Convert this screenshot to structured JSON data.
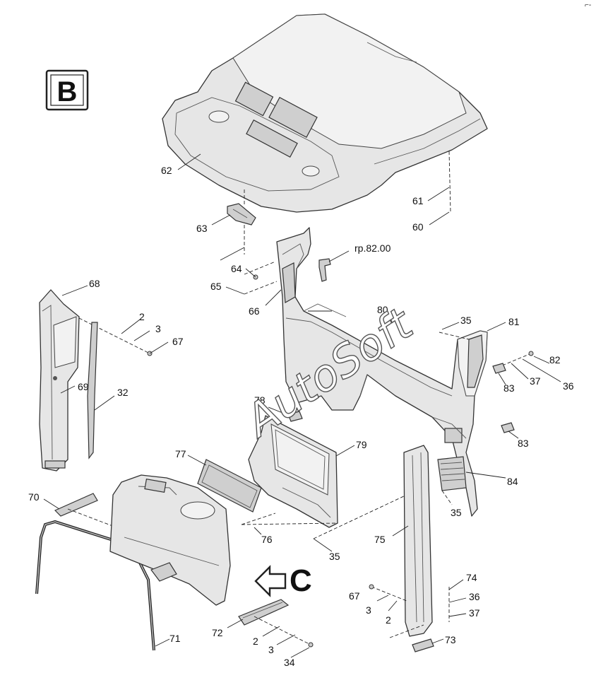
{
  "diagram": {
    "section_label": "B",
    "view_label": "C",
    "watermark": "AutoSoft",
    "corner_mark": "⌐-",
    "reference_label": "rp.82.00",
    "callouts": {
      "c62": "62",
      "c61": "61",
      "c60": "60",
      "c63": "63",
      "c64": "64",
      "c65": "65",
      "c66": "66",
      "c80": "80",
      "c68": "68",
      "c2a": "2",
      "c3a": "3",
      "c67a": "67",
      "c69": "69",
      "c32": "32",
      "c35a": "35",
      "c81": "81",
      "c82": "82",
      "c37a": "37",
      "c36a": "36",
      "c83a": "83",
      "c83b": "83",
      "c78": "78",
      "c79": "79",
      "c77": "77",
      "c84": "84",
      "c35b": "35",
      "c70": "70",
      "c76": "76",
      "c75": "75",
      "c35c": "35",
      "c74": "74",
      "c67b": "67",
      "c36b": "36",
      "c3b": "3",
      "c37b": "37",
      "c2b": "2",
      "c72": "72",
      "c73": "73",
      "c2c": "2",
      "c3c": "3",
      "c71": "71",
      "c34": "34"
    }
  }
}
